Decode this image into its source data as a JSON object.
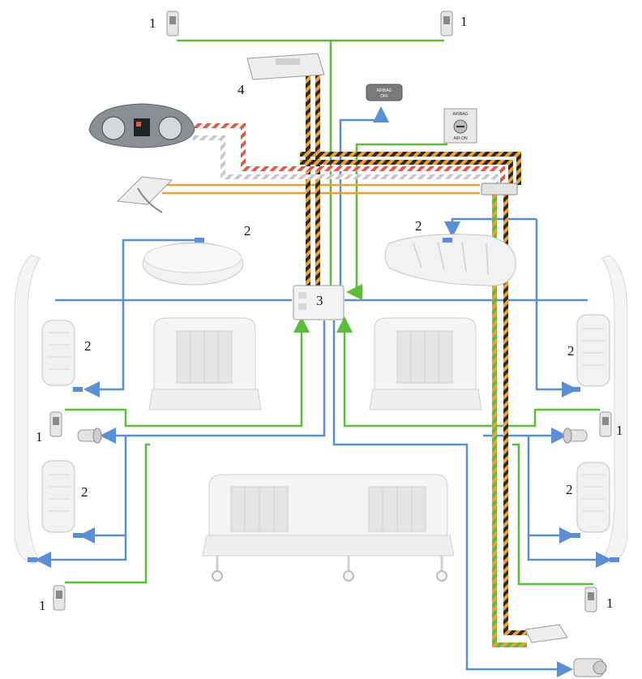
{
  "callouts": {
    "sensor": "1",
    "airbag": "2",
    "control_unit": "3",
    "engine_unit": "4"
  },
  "modules": {
    "airbag_off_lamp_line1": "AIRBAG",
    "airbag_off_lamp_line2": "OFF",
    "key_switch_top": "AIRBAG",
    "key_switch_bottom": "AIR ON"
  },
  "colors": {
    "green": "#5bbd3a",
    "blue": "#5b8fd4",
    "orange": "#f0a030",
    "black": "#2a2a2a",
    "red": "#e05a4a",
    "grey": "#c8c8c8",
    "component_fill": "#f2f2f2",
    "component_stroke": "#bdbdbd"
  },
  "icons": [
    "crash-sensor-icon",
    "airbag-module-icon",
    "control-unit-icon",
    "engine-ecu-icon",
    "instrument-cluster-icon",
    "airbag-warning-lamp-icon",
    "key-switch-icon",
    "seatbelt-pretensioner-icon",
    "seat-icon"
  ]
}
